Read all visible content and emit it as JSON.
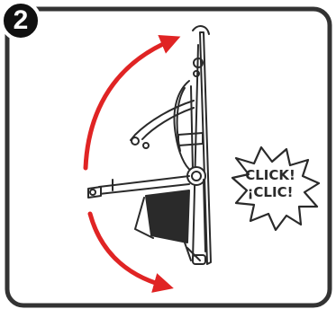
{
  "step": {
    "number": "2"
  },
  "callout": {
    "line1": "CLICK!",
    "line2": "¡CLIC!"
  },
  "colors": {
    "frame": "#333333",
    "arrow": "#e02424",
    "badge": "#111111",
    "line_art": "#2a2a2a"
  },
  "icons": {
    "step_badge": "step-number-badge",
    "arrow_up": "curved-arrow-up-icon",
    "arrow_down": "curved-arrow-down-icon",
    "product": "folded-stroller-illustration",
    "burst": "click-burst-icon"
  }
}
